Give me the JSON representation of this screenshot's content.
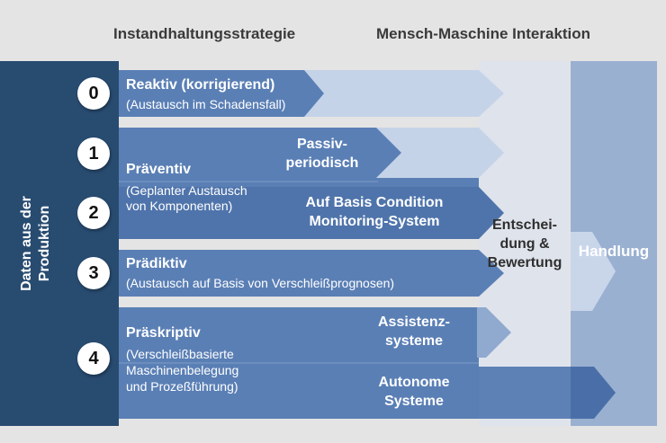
{
  "headers": {
    "strategy": "Instandhaltungsstrategie",
    "interaction": "Mensch-Maschine Interaktion"
  },
  "left_column": {
    "line1": "Daten aus der",
    "line2": "Produktion"
  },
  "levels": [
    {
      "number": "0",
      "title": "Reaktiv (korrigierend)",
      "subtitle": "(Austausch im Schadensfall)"
    },
    {
      "number": "1",
      "title": "Präventiv",
      "sub1": "(Geplanter Austausch",
      "sub2": "von Komponenten)",
      "part1_line1": "Passiv-",
      "part1_line2": "periodisch",
      "part2_line1": "Auf Basis Condition",
      "part2_line2": "Monitoring-System"
    },
    {
      "number": "2"
    },
    {
      "number": "3",
      "title": "Prädiktiv",
      "subtitle": "(Austausch auf Basis von Verschleißprognosen)"
    },
    {
      "number": "4",
      "title": "Präskriptiv",
      "sub1": "(Verschleißbasierte",
      "sub2": "Maschinenbelegung",
      "sub3": "und Prozeßführung)",
      "part1_line1": "Assistenz-",
      "part1_line2": "systeme",
      "part2_line1": "Autonome",
      "part2_line2": "Systeme"
    }
  ],
  "decision": {
    "line1": "Entschei-",
    "line2": "dung &",
    "line3": "Bewertung"
  },
  "action": {
    "label": "Handlung"
  },
  "colors": {
    "dark_navy": "#284b70",
    "band_blue": "#5a7fb5",
    "light_arrow": "#c5d3e8",
    "handlung": "#99b0d1",
    "autonomous_arrow": "#4a6fa8"
  }
}
